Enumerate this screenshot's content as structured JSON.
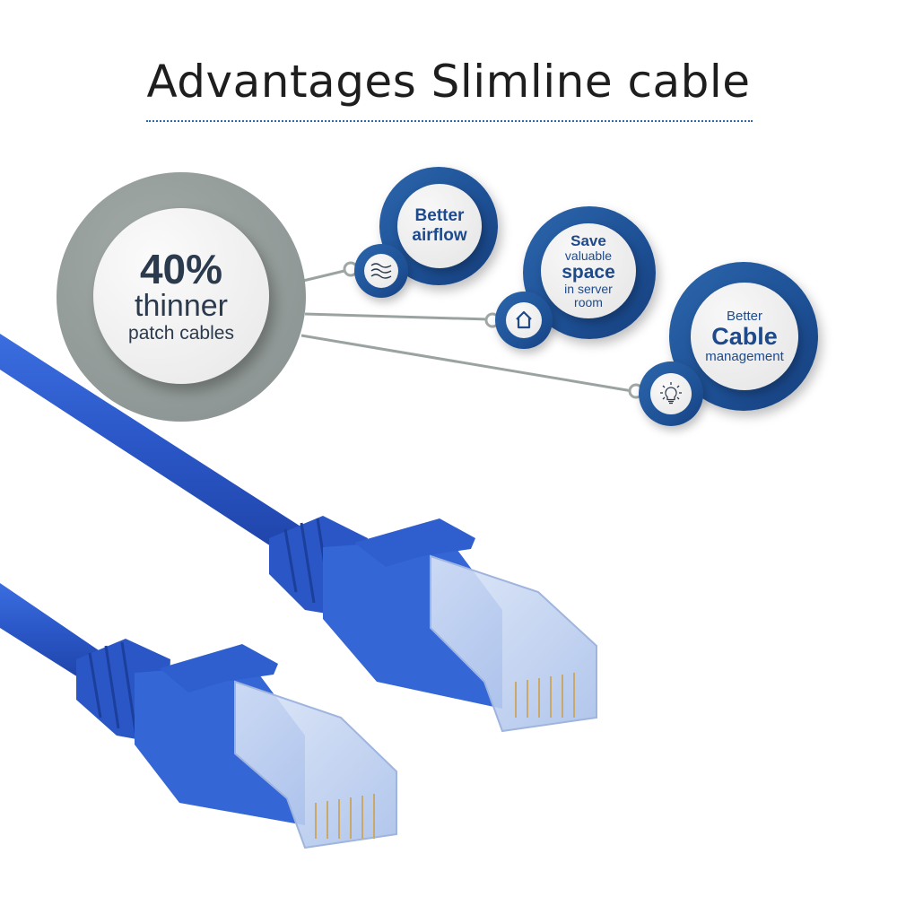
{
  "title": "Advantages Slimline cable",
  "main_stat": {
    "value": "40%",
    "line1": "thinner",
    "line2": "patch cables"
  },
  "benefits": [
    {
      "lines": [
        "Better",
        "airflow"
      ],
      "icon": "airflow-waves-icon"
    },
    {
      "lines": [
        "Save",
        "valuable",
        "space",
        "in server",
        "room"
      ],
      "icon": "home-icon"
    },
    {
      "lines": [
        "Better",
        "Cable",
        "management"
      ],
      "icon": "lightbulb-icon"
    }
  ],
  "colors": {
    "title": "#1e1e1e",
    "rule": "#2e6aa8",
    "gray_ring": "#8f9896",
    "blue_ring": "#1d4f94",
    "text_blue": "#1e4a8c",
    "text_dark": "#2c3a4e",
    "cable_blue": "#2a56c6"
  },
  "product": "blue RJ45 slimline patch cable, two connectors"
}
